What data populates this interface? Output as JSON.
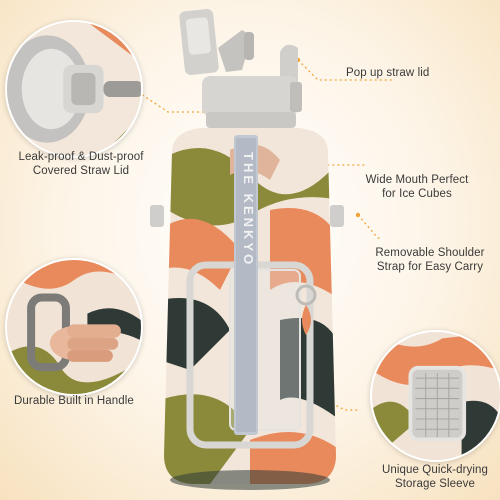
{
  "labels": {
    "pop_up_straw_lid": "Pop up straw lid",
    "leak_proof_line1": "Leak-proof & Dust-proof",
    "leak_proof_line2": "Covered Straw Lid",
    "wide_mouth_line1": "Wide Mouth Perfect",
    "wide_mouth_line2": "for Ice Cubes",
    "shoulder_line1": "Removable Shoulder",
    "shoulder_line2": "Strap for Easy Carry",
    "handle": "Durable Built in Handle",
    "sleeve_line1": "Unique Quick-drying",
    "sleeve_line2": "Storage Sleeve"
  },
  "brand_text": "THE KENKYO",
  "colors": {
    "accent": "#f2a43a",
    "text": "#3a3a3a",
    "lid_grey": "#c9c9c7",
    "sleeve_cream": "#f2e6da",
    "sleeve_orange": "#e98a5c",
    "sleeve_olive": "#8a8a3a",
    "sleeve_dark": "#2f3a36"
  },
  "icons": [
    "straw-lid-closeup-icon",
    "handle-grip-closeup-icon",
    "storage-sleeve-closeup-icon"
  ]
}
